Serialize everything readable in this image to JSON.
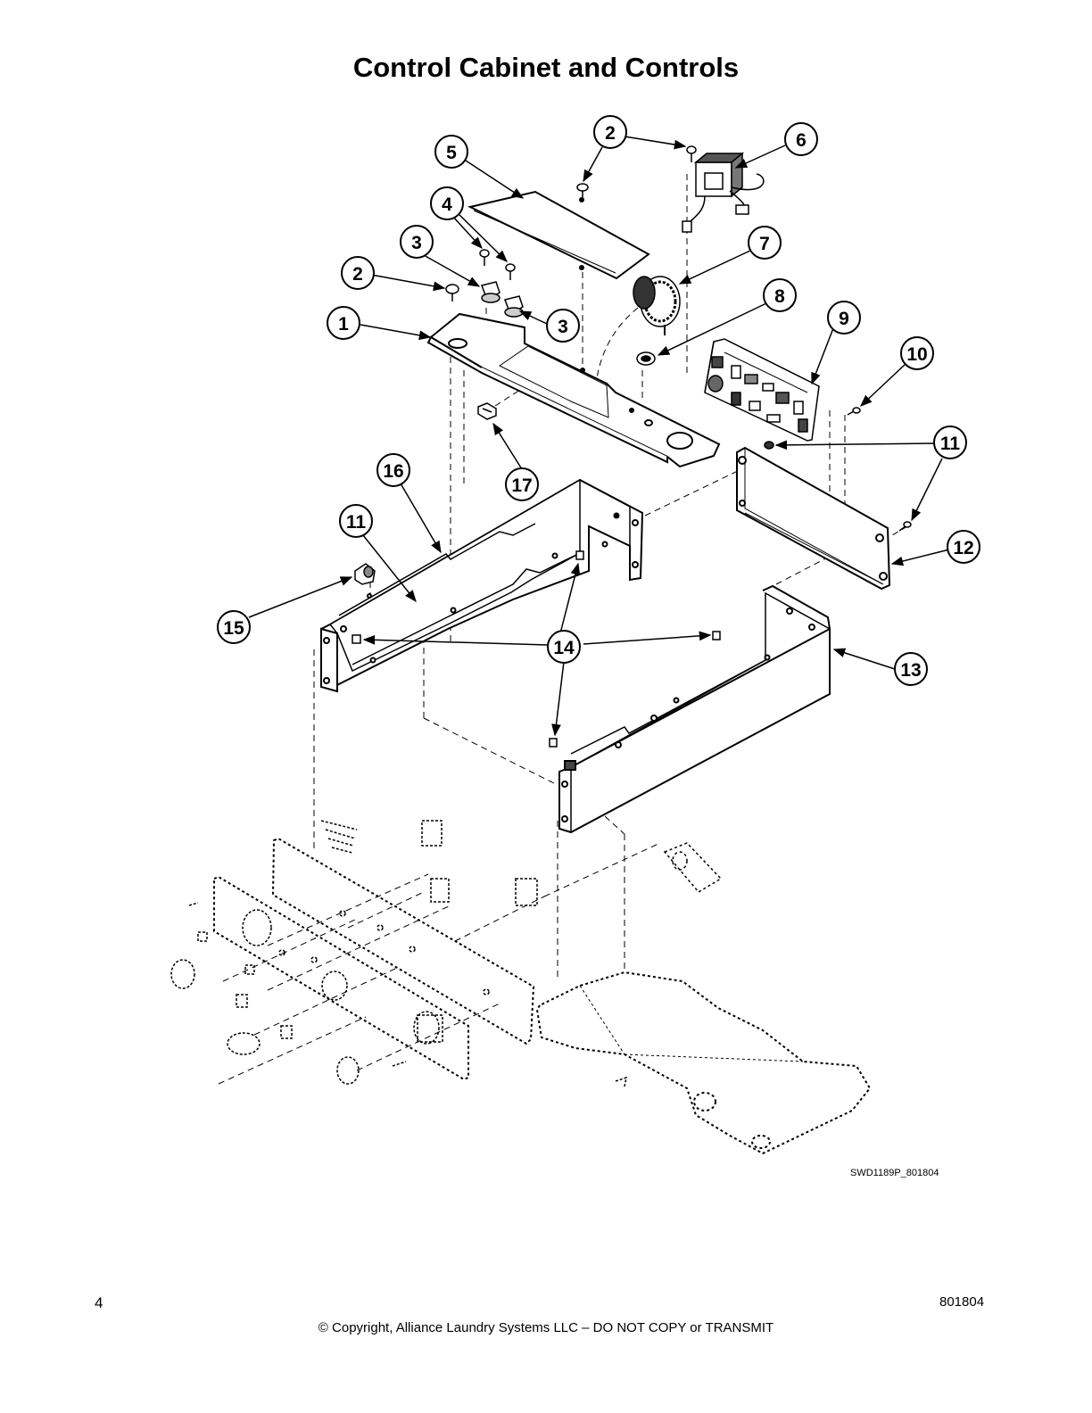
{
  "page": {
    "title": "Control Cabinet and Controls",
    "drawing_id": "SWD1189P_801804",
    "page_number": "4",
    "copyright": "© Copyright, Alliance Laundry Systems LLC – DO NOT COPY or TRANSMIT",
    "doc_number": "801804"
  },
  "callouts": {
    "c1": "1",
    "c2a": "2",
    "c2b": "2",
    "c3a": "3",
    "c3b": "3",
    "c4": "4",
    "c5": "5",
    "c6": "6",
    "c7": "7",
    "c8": "8",
    "c9": "9",
    "c10": "10",
    "c11a": "11",
    "c11b": "11",
    "c12": "12",
    "c13": "13",
    "c14": "14",
    "c15": "15",
    "c16": "16",
    "c17": "17"
  }
}
